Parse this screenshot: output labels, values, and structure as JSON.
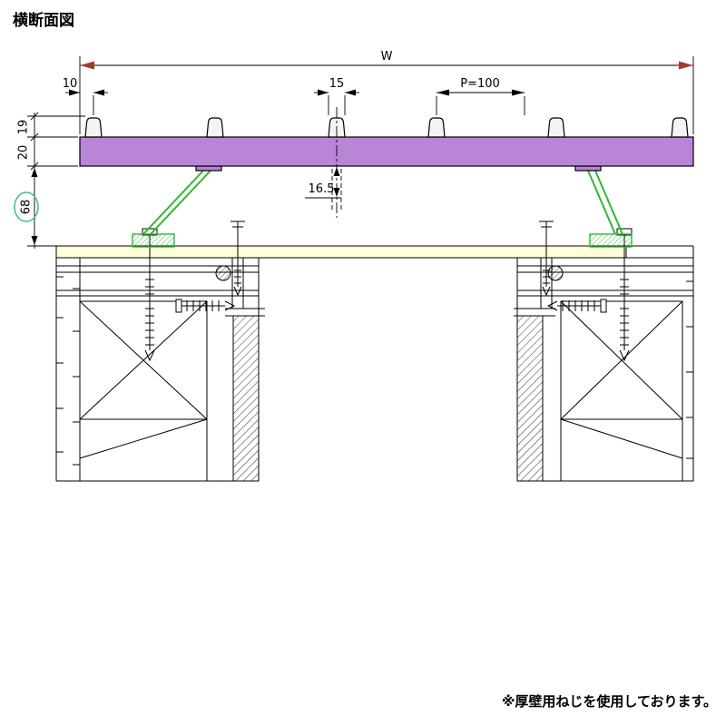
{
  "title": "横断面図",
  "footnote": "※厚壁用ねじを使用しております。",
  "dimensions": {
    "overall_width": "W",
    "edge_offset": "10",
    "cap_width": "15",
    "pitch": "P=100",
    "cap_height": "19",
    "deck_thickness": "20",
    "clearance": "68",
    "anchor_depth": "16.5"
  },
  "colors": {
    "deck_fill": "#b985d6",
    "sheet_fill": "#ffffd9",
    "bracket_green": "#2eb82e",
    "highlight_green": "#46b98c",
    "arrow_red": "#a03b2e",
    "line": "#000000"
  }
}
